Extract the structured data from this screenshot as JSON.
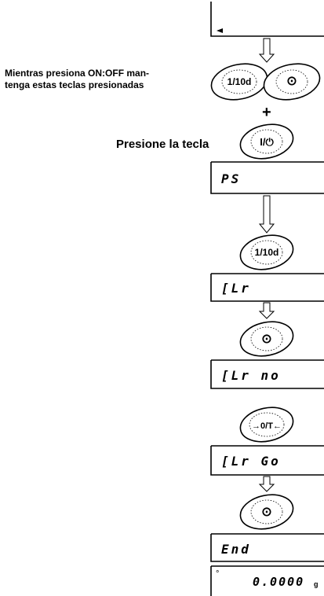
{
  "notes": {
    "hold_line1": "Mientras presiona ON:OFF man-",
    "hold_line2": "tenga estas teclas presionadas",
    "press_key": "Presione la tecla",
    "plus": "+"
  },
  "displays": {
    "ps": "PS",
    "clr": "[Lr",
    "clr_no": "[Lr no",
    "clr_go": "[Lr Go",
    "end": "End",
    "zero": "0.0000",
    "unit": "g",
    "stable_mark": "°"
  },
  "keys": {
    "mode": "1/10d",
    "print": "⊙",
    "on_off": "I/⏻",
    "re_zero": "→0/T←"
  }
}
